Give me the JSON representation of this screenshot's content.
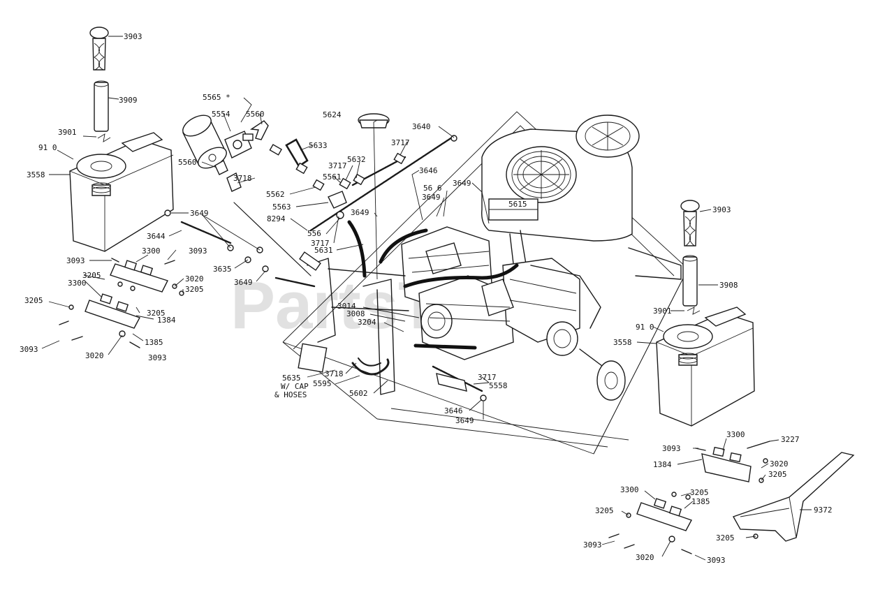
{
  "watermark": "PartsTree",
  "labels": {
    "l3903a": "3903",
    "l3909": "3909",
    "l3901a": "3901",
    "l910a": "91 0",
    "l3558a": "3558",
    "l3649a": "3649",
    "l3644": "3644",
    "l3093a": "3093",
    "l3300a": "3300",
    "l3093b": "3093",
    "l3020a": "3020",
    "l3205a": "3205",
    "l3205b": "3205",
    "l3300b": "3300",
    "l3205c": "3205",
    "l3205d": "3205",
    "l1384a": "1384",
    "l1385a": "1385",
    "l3093c": "3093",
    "l3020b": "3020",
    "l3093d": "3093",
    "l3635": "3635",
    "l3649b": "3649",
    "l5565": "5565 *",
    "l5554": "5554",
    "l5560a": "5560",
    "l5560b": "5560",
    "l3718a": "3718",
    "l5633": "5633",
    "l5624": "5624",
    "l3640a": "3640",
    "l3717a": "3717",
    "l3717b": "3717",
    "l5632": "5632",
    "l5561": "5561",
    "l5562": "5562",
    "l5563": "5563",
    "l8294": "8294",
    "l556": "556",
    "l3717c": "3717",
    "l5631": "5631",
    "l3649c": "3649",
    "l3646": "3646",
    "l3649d": "3649",
    "l5616": "56 6",
    "l3649e": "3649",
    "l5615": "5615",
    "l3014": "3014",
    "l3008": "3008",
    "l3204": "3204",
    "l5635": "5635",
    "l5635b": "W/ CAP",
    "l5635c": "& HOSES",
    "l3718b": "3718",
    "l5595": "5595",
    "l5602": "5602",
    "l3717d": "3717",
    "l5558": "5558",
    "l3646b": "3646",
    "l3649f": "3649",
    "l3903b": "3903",
    "l3908": "3908",
    "l3901b": "3901",
    "l910b": "91 0",
    "l3558b": "3558",
    "l3093e": "3093",
    "l3300c": "3300",
    "l3227": "3227",
    "l1384b": "1384",
    "l3020c": "3020",
    "l3205e": "3205",
    "l3300d": "3300",
    "l3205f": "3205",
    "l3205g": "3205",
    "l1385b": "1385",
    "l9372": "9372",
    "l3205h": "3205",
    "l3093f": "3093",
    "l3020d": "3020",
    "l3093g": "3093"
  }
}
